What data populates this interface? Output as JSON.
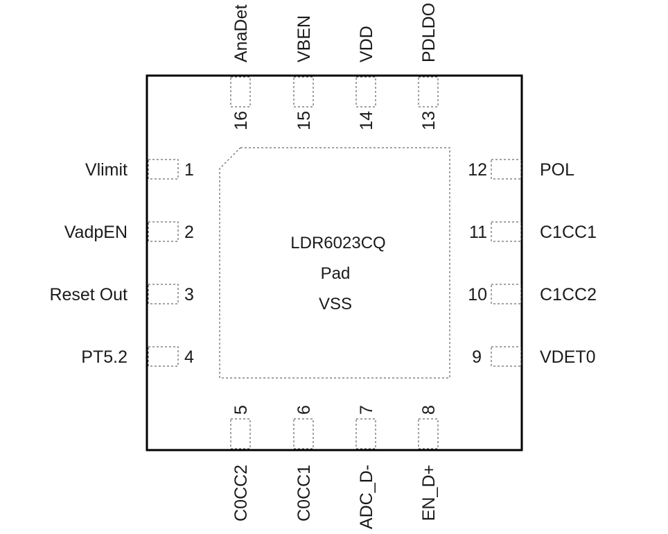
{
  "chip": {
    "center_lines": [
      "LDR6023CQ",
      "Pad",
      "VSS"
    ]
  },
  "pins": {
    "left": [
      {
        "number": "1",
        "name": "Vlimit"
      },
      {
        "number": "2",
        "name": "VadpEN"
      },
      {
        "number": "3",
        "name": "Reset Out"
      },
      {
        "number": "4",
        "name": "PT5.2"
      }
    ],
    "right": [
      {
        "number": "12",
        "name": "POL"
      },
      {
        "number": "11",
        "name": "C1CC1"
      },
      {
        "number": "10",
        "name": "C1CC2"
      },
      {
        "number": "9",
        "name": "VDET0"
      }
    ],
    "top": [
      {
        "number": "16",
        "name": "AnaDet"
      },
      {
        "number": "15",
        "name": "VBEN"
      },
      {
        "number": "14",
        "name": "VDD"
      },
      {
        "number": "13",
        "name": "PDLDO"
      }
    ],
    "bottom": [
      {
        "number": "5",
        "name": "C0CC2"
      },
      {
        "number": "6",
        "name": "C0CC1"
      },
      {
        "number": "7",
        "name": "ADC_D-"
      },
      {
        "number": "8",
        "name": "EN_D+"
      }
    ]
  }
}
